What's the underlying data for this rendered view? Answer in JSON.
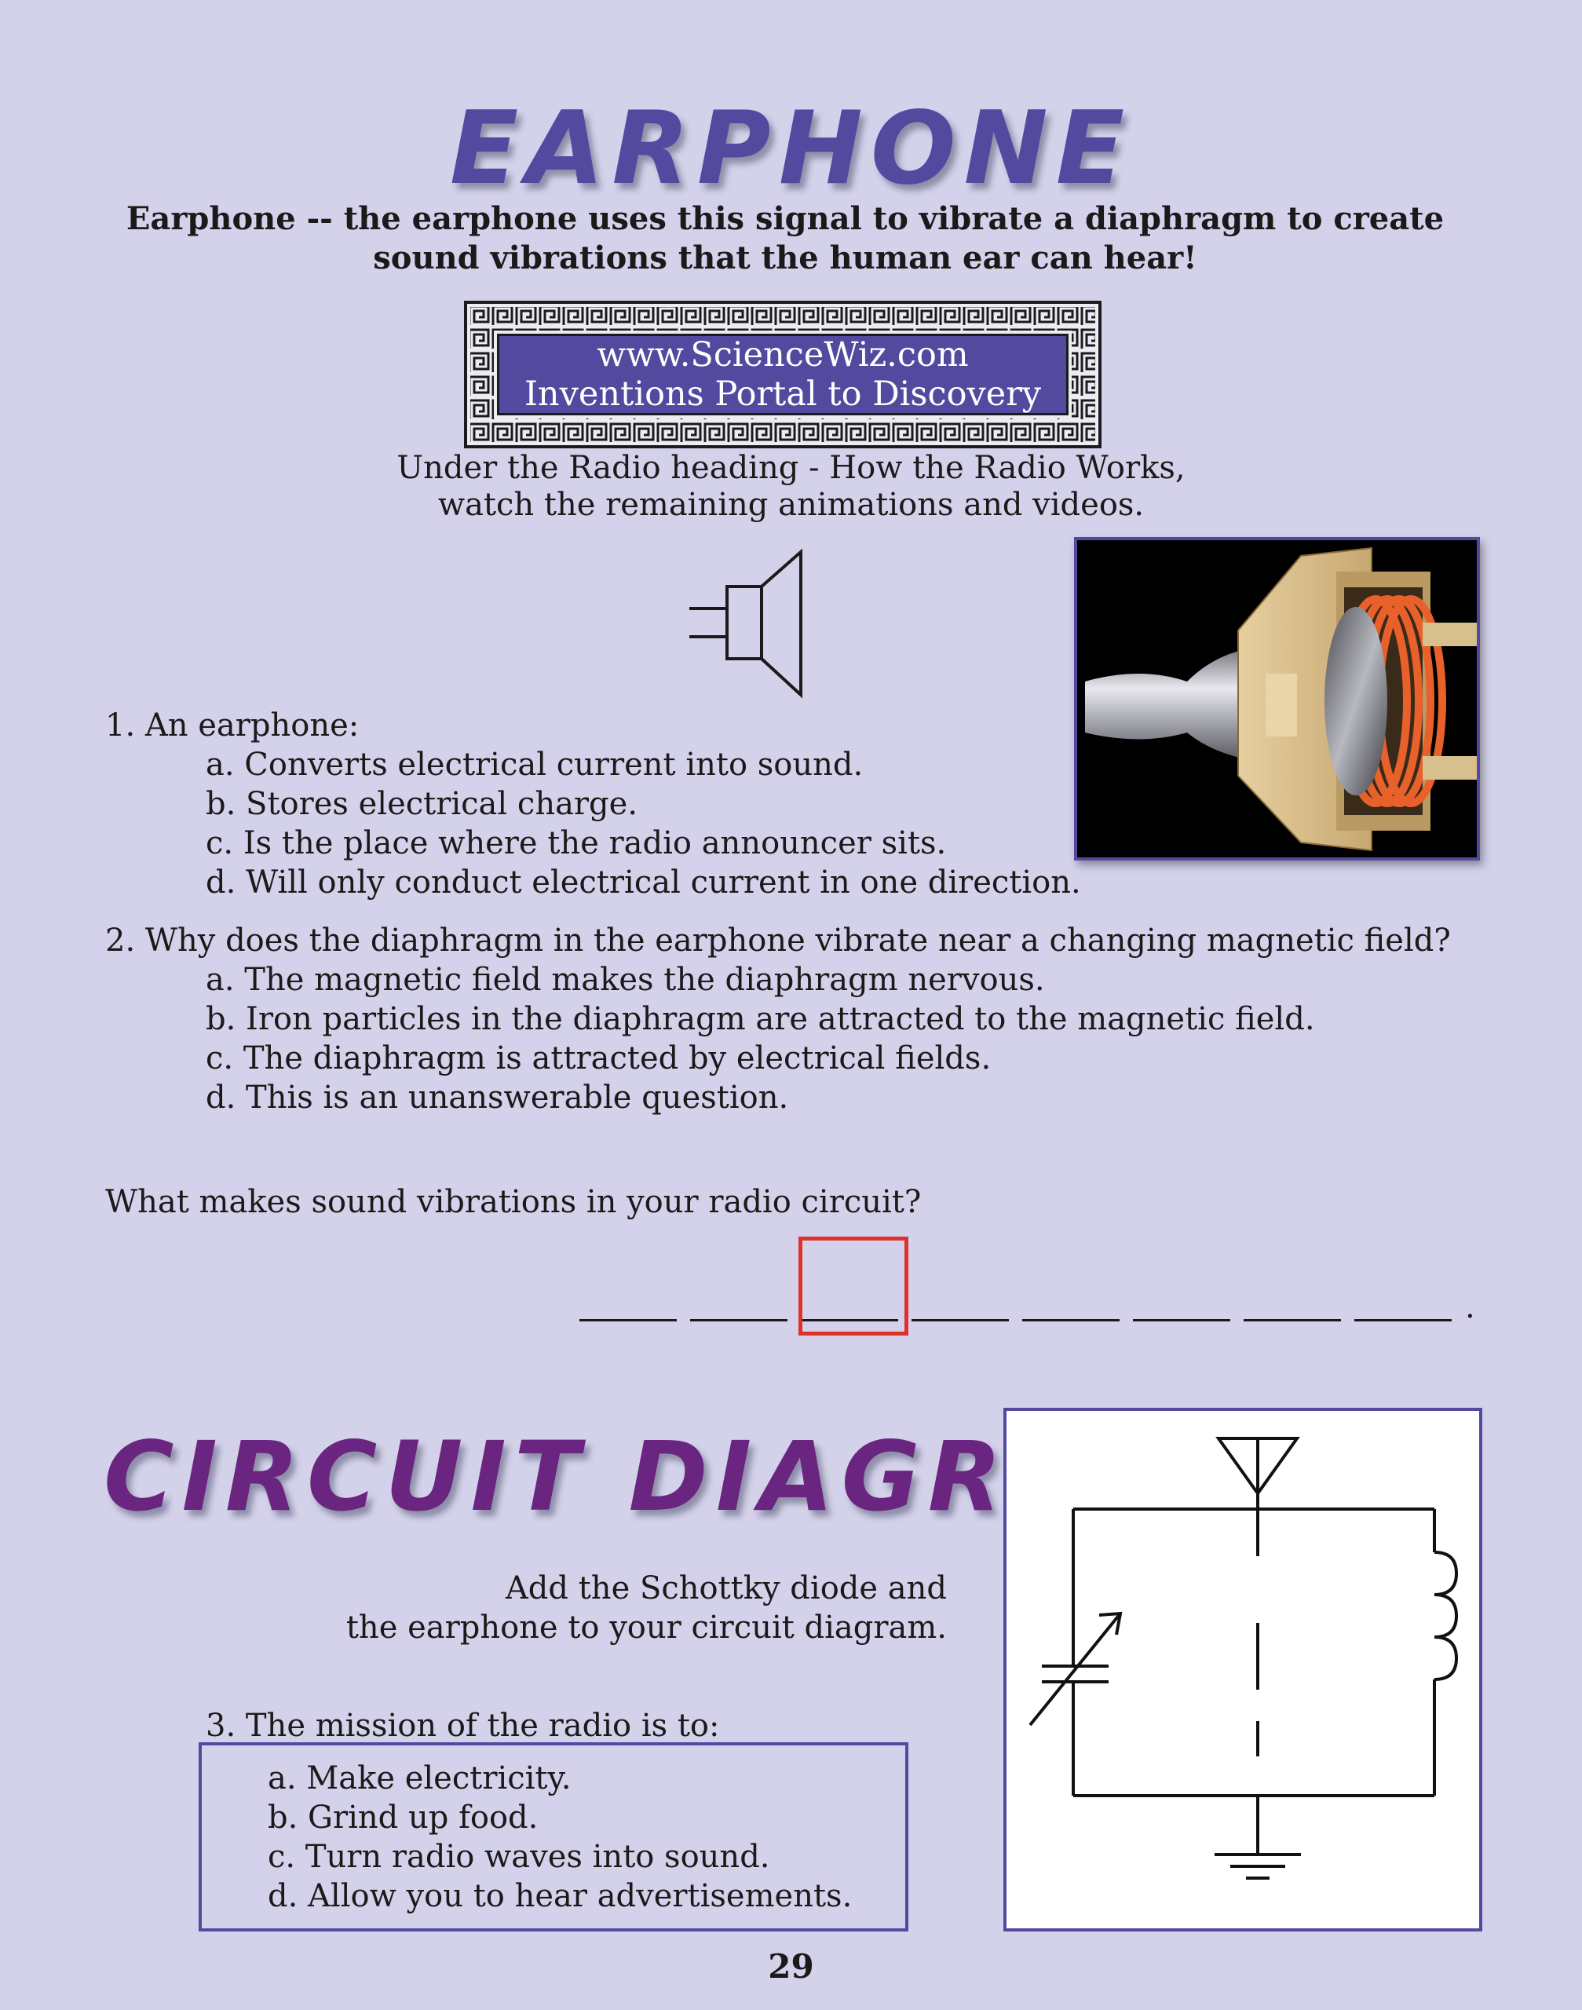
{
  "header": {
    "title": "EARPHONE"
  },
  "intro": {
    "line1": "Earphone -- the earphone uses this signal to vibrate a diaphragm to create",
    "line2": "sound vibrations that the human ear can hear!"
  },
  "portal": {
    "url": "www.ScienceWiz.com",
    "name": "Inventions Portal to Discovery",
    "accent": "#534aa0"
  },
  "instructions": {
    "line1": "Under the Radio heading - How the Radio Works,",
    "line2": "watch the remaining animations and videos."
  },
  "questions": [
    {
      "prompt": "1. An earphone:",
      "options": [
        "a. Converts electrical current into sound.",
        "b. Stores electrical charge.",
        "c. Is the place where the radio announcer sits.",
        "d. Will only conduct electrical current in one direction."
      ]
    },
    {
      "prompt": "2. Why does the diaphragm in the earphone vibrate near a changing magnetic field?",
      "options": [
        "a. The magnetic field makes the diaphragm nervous.",
        "b. Iron particles in the diaphragm are attracted to the magnetic field.",
        "c. The diaphragm is attracted by electrical fields.",
        "d. This is an unanswerable question."
      ]
    },
    {
      "prompt": "3. The mission of the radio is to:",
      "options": [
        "a. Make electricity.",
        "b. Grind up food.",
        "c. Turn radio waves into sound.",
        "d. Allow you to hear advertisements."
      ]
    }
  ],
  "puzzle": {
    "question": "What makes sound vibrations in your radio circuit?",
    "blank_count": 8,
    "highlighted_blank": 3,
    "highlight_color": "#e0302a",
    "end_mark": "."
  },
  "circuit": {
    "title": "CIRCUIT DIAGRAM",
    "line1": "Add the Schottky diode and",
    "line2": "the earphone to your circuit diagram."
  },
  "footer": {
    "page_number": "29"
  }
}
